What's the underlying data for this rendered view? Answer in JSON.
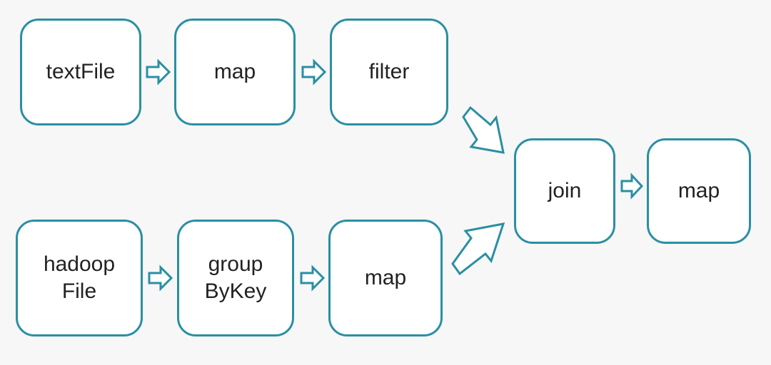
{
  "colors": {
    "border": "#2a8fa3",
    "box_fill": "#ffffff",
    "text": "#222222",
    "background": "#f7f7f7"
  },
  "nodes": {
    "textfile": "textFile",
    "map_top": "map",
    "filter": "filter",
    "hadoop_file": "hadoop\nFile",
    "group_by_key": "group\nByKey",
    "map_bottom": "map",
    "join": "join",
    "map_final": "map"
  },
  "edges": [
    {
      "from": "textfile",
      "to": "map_top"
    },
    {
      "from": "map_top",
      "to": "filter"
    },
    {
      "from": "hadoop_file",
      "to": "group_by_key"
    },
    {
      "from": "group_by_key",
      "to": "map_bottom"
    },
    {
      "from": "filter",
      "to": "join"
    },
    {
      "from": "map_bottom",
      "to": "join"
    },
    {
      "from": "join",
      "to": "map_final"
    }
  ]
}
